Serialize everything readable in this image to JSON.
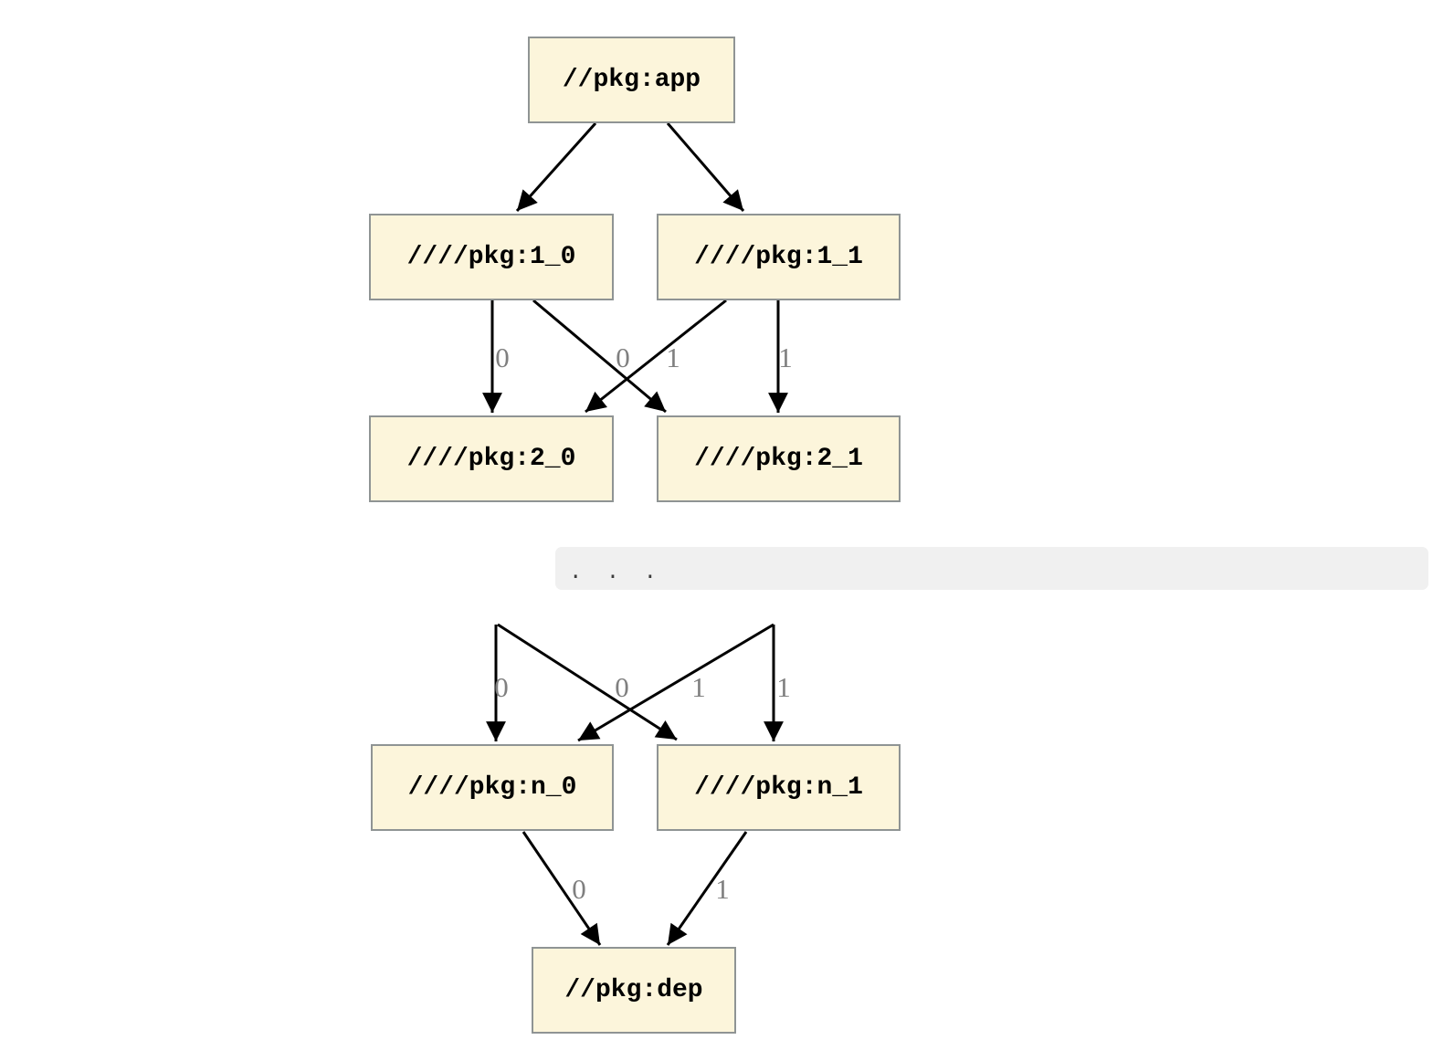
{
  "diagram": {
    "nodes": {
      "app": {
        "label": "//pkg:app"
      },
      "l1_0": {
        "label": "////pkg:1_0"
      },
      "l1_1": {
        "label": "////pkg:1_1"
      },
      "l2_0": {
        "label": "////pkg:2_0"
      },
      "l2_1": {
        "label": "////pkg:2_1"
      },
      "ln_0": {
        "label": "////pkg:n_0"
      },
      "ln_1": {
        "label": "////pkg:n_1"
      },
      "dep": {
        "label": "//pkg:dep"
      }
    },
    "ellipsis_text": ". . .",
    "edge_labels": {
      "upper_section": [
        "0",
        "0",
        "1",
        "1"
      ],
      "lower_section": [
        "0",
        "0",
        "1",
        "1"
      ],
      "bottom_section": [
        "0",
        "1"
      ]
    },
    "colors": {
      "node_fill": "#fcf5db",
      "node_border": "#8f9494",
      "edge": "#000000",
      "edge_label": "#7f7f7f",
      "band_bg": "#f0f0f0",
      "background": "#ffffff"
    }
  }
}
